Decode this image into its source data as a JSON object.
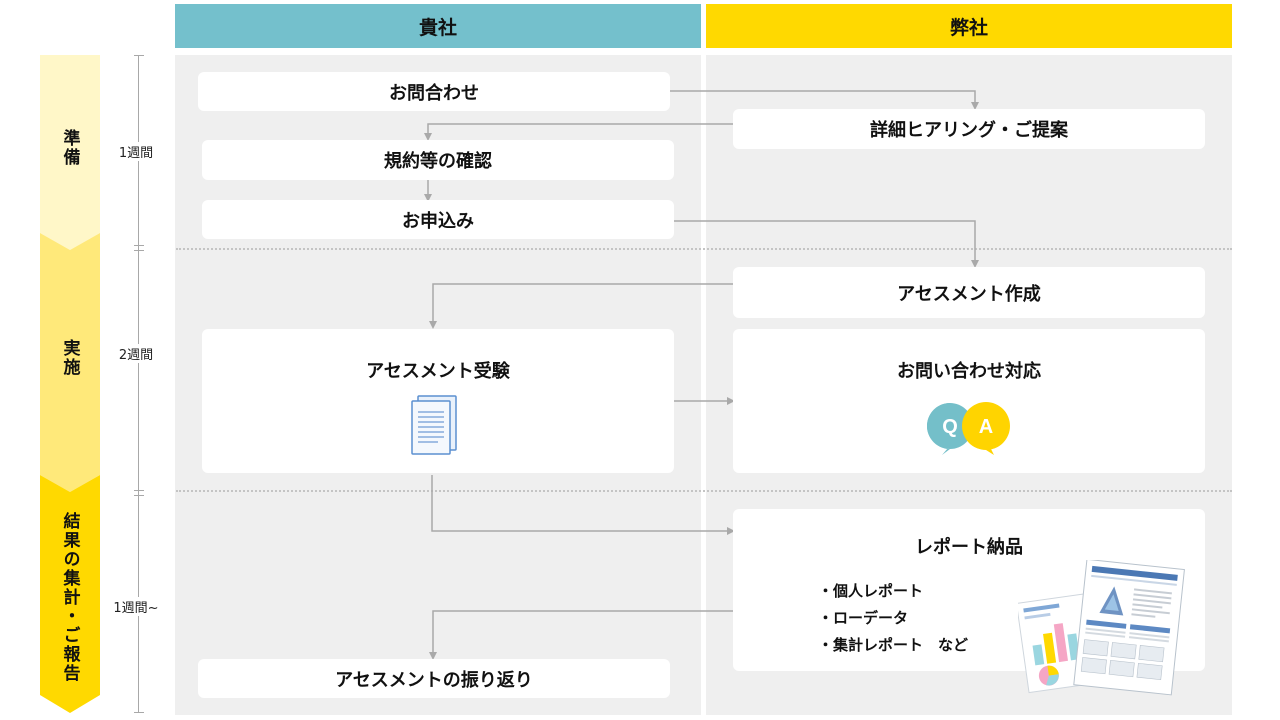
{
  "headers": {
    "client": "貴社",
    "us": "弊社"
  },
  "phases": [
    {
      "label": "準備",
      "duration": "1週間"
    },
    {
      "label": "実施",
      "duration": "2週間"
    },
    {
      "label": "結果の集計・ご報告",
      "duration": "1週間~"
    }
  ],
  "steps": {
    "inquiry": "お問合わせ",
    "hearing": "詳細ヒアリング・ご提案",
    "terms": "規約等の確認",
    "apply": "お申込み",
    "create": "アセスメント作成",
    "take": "アセスメント受験",
    "support": "お問い合わせ対応",
    "delivery": "レポート納品",
    "review": "アセスメントの振り返り"
  },
  "report_items": [
    "・個人レポート",
    "・ローデータ",
    "・集計レポート　など"
  ],
  "qa_badge": {
    "q": "Q",
    "a": "A"
  },
  "colors": {
    "client_header": "#74c0cc",
    "us_header": "#ffd900",
    "phase1": "#fff7c8",
    "phase2": "#ffe97a",
    "phase3": "#ffd900",
    "lane_bg": "#efefef",
    "arrow": "#a9a9a9",
    "q_bubble": "#74bfc9",
    "a_bubble": "#ffd400"
  },
  "icons": [
    "document-icon",
    "qa-bubbles-icon",
    "report-documents-icon"
  ]
}
